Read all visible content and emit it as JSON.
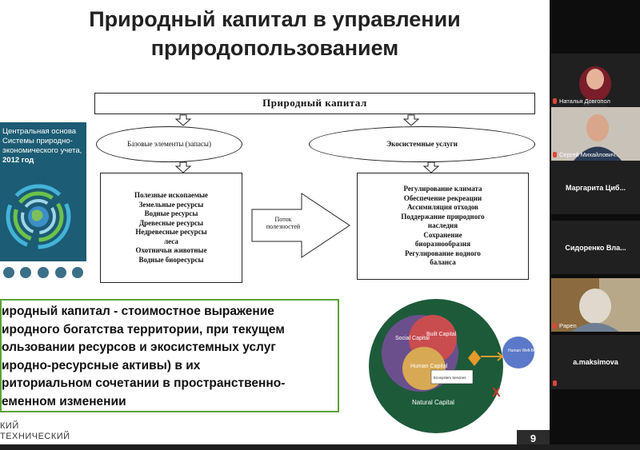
{
  "slide": {
    "title_line1": "Природный капитал  в управлении",
    "title_line2": "природопользованием",
    "cover": {
      "text": "Центральная основа Системы природно-экономического учета,",
      "year": "2012 год"
    },
    "scheme": {
      "top_box": "Природный капитал",
      "oval_left": "Базовые элементы (запасы)",
      "oval_right": "Экосистемные услуги",
      "left_list": [
        "Полезные ископаемые",
        "Земельные ресурсы",
        "Водные ресурсы",
        "Древесные ресурсы",
        "Недревесные ресурсы",
        "леса",
        "Охотничьи животные",
        "Водные биоресурсы"
      ],
      "arrow_label": "Поток полезностей",
      "right_list": [
        "Регулирование климата",
        "Обеспечение рекреации",
        "Ассимиляция отходов",
        "Поддержание природного",
        "наследия",
        "Сохранение",
        "биоразнообразия",
        "Регулирование водного",
        "баланса"
      ]
    },
    "definition_lines": [
      "иродный капитал - стоимостное выражение",
      "иродного богатства территории, при текущем",
      "ользовании ресурсов и экосистемных услуг",
      "иродно-ресурсные активы) в их",
      "риториальном сочетании в пространственно-",
      "еменном изменении"
    ],
    "venn": {
      "social_capital": "Social Capital",
      "built_capital": "Built Capital",
      "human_capital": "Human Capital",
      "ecosystem_services": "Ecosystem Services",
      "human_wellbeing": "Human Well-Being",
      "natural_capital": "Natural Capital",
      "cross": "X"
    },
    "brand_line1": "КИЙ",
    "brand_line2": "ТЕХНИЧЕСКИЙ",
    "page_number": "9"
  },
  "participants": [
    {
      "name": "Наталья Довгопол"
    },
    {
      "name": "Сергей Михайлович..."
    },
    {
      "name": "Маргарита   Циб..."
    },
    {
      "name": "Сидоренко   Вла..."
    },
    {
      "name": "Papen"
    },
    {
      "name": "a.maksimova"
    }
  ],
  "colors": {
    "definition_border": "#5aa33a",
    "cover_bg": "#1c5c74",
    "mic_muted": "#e0453b"
  }
}
